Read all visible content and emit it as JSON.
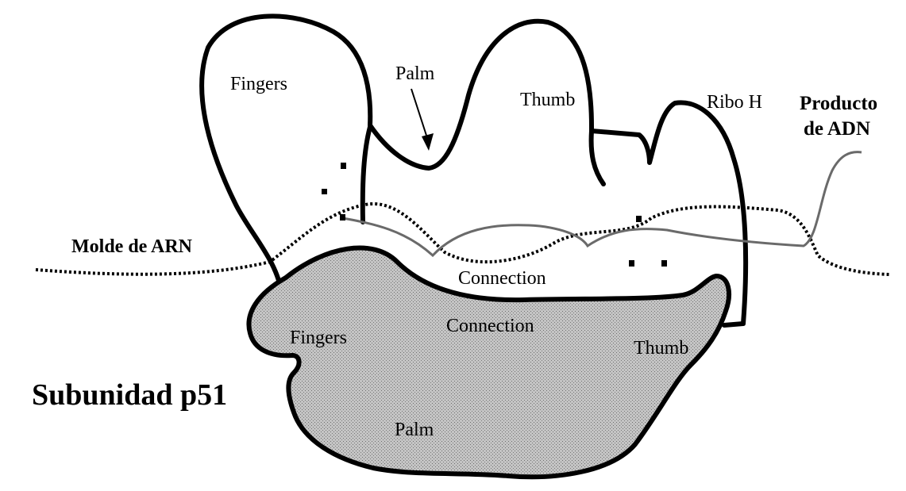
{
  "labels": {
    "p66_fingers": "Fingers",
    "p66_palm": "Palm",
    "p66_thumb": "Thumb",
    "ribo_h": "Ribo H",
    "producto_line1": "Producto",
    "producto_line2": "de ADN",
    "molde_arn": "Molde de ARN",
    "p66_connection": "Connection",
    "p51_connection": "Connection",
    "p51_fingers": "Fingers",
    "p51_thumb": "Thumb",
    "p51_palm": "Palm",
    "subunidad_p51": "Subunidad p51"
  },
  "colors": {
    "outline": "#000000",
    "p51_fill": "#b8b8b8",
    "background": "#ffffff"
  }
}
